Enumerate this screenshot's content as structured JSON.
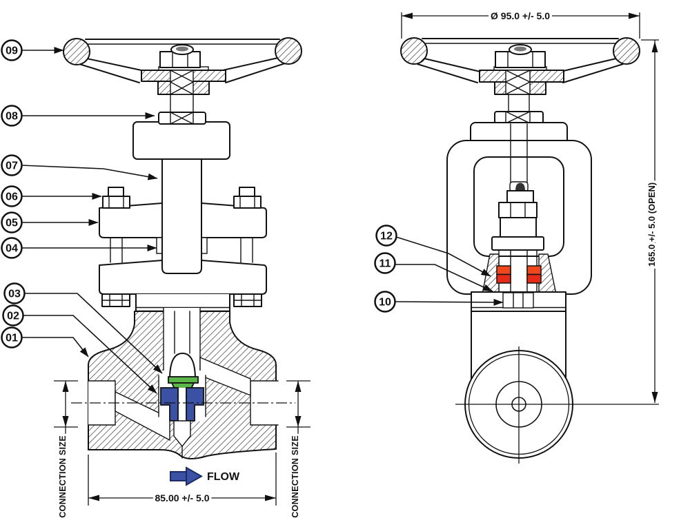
{
  "callouts": {
    "c01": "01",
    "c02": "02",
    "c03": "03",
    "c04": "04",
    "c05": "05",
    "c06": "06",
    "c07": "07",
    "c08": "08",
    "c09": "09",
    "c10": "10",
    "c11": "11",
    "c12": "12"
  },
  "dimensions": {
    "wheel_diameter": "Ø 95.0 +/- 5.0",
    "height_open": "165.0 +/- 5.0 (OPEN)",
    "face_to_face": "85.00 +/- 5.0",
    "connection_left": "CONNECTION SIZE",
    "connection_right": "CONNECTION SIZE"
  },
  "labels": {
    "flow": "FLOW"
  },
  "colors": {
    "line": "#111111",
    "disc_green": "#5cb549",
    "seat_blue": "#3a51a4",
    "packing_red_top": "#f0481c",
    "packing_red_bottom": "#e52b18",
    "flow_blue": "#3a51a4",
    "flow_blue_dark": "#1d2a66"
  }
}
